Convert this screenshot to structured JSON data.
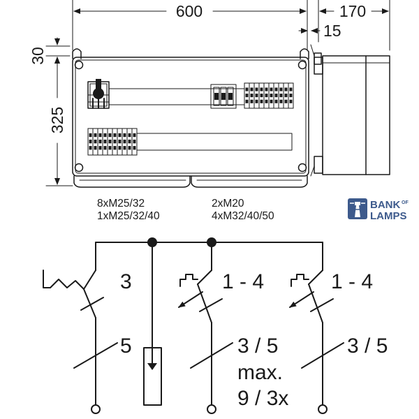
{
  "dimensions": {
    "width": "600",
    "depth": "170",
    "offset": "15",
    "top": "30",
    "height": "325"
  },
  "glands": {
    "left_line1": "8xM25/32",
    "left_line2": "1xM25/32/40",
    "right_line1": "2xM20",
    "right_line2": "4xM32/40/50"
  },
  "logo": {
    "line1": "BANK",
    "of": "OF",
    "line2": "LAMPS"
  },
  "schematic": {
    "switch_poles": "3",
    "breaker1_poles": "1 - 4",
    "breaker2_poles": "1 - 4",
    "switch_lower": "5",
    "breaker1_lower": "3 / 5",
    "breaker2_lower": "3 / 5",
    "max_label": "max.",
    "max_value": "9 / 3x"
  },
  "colors": {
    "line": "#1a1a1a",
    "logo": "#3d5a8c"
  }
}
